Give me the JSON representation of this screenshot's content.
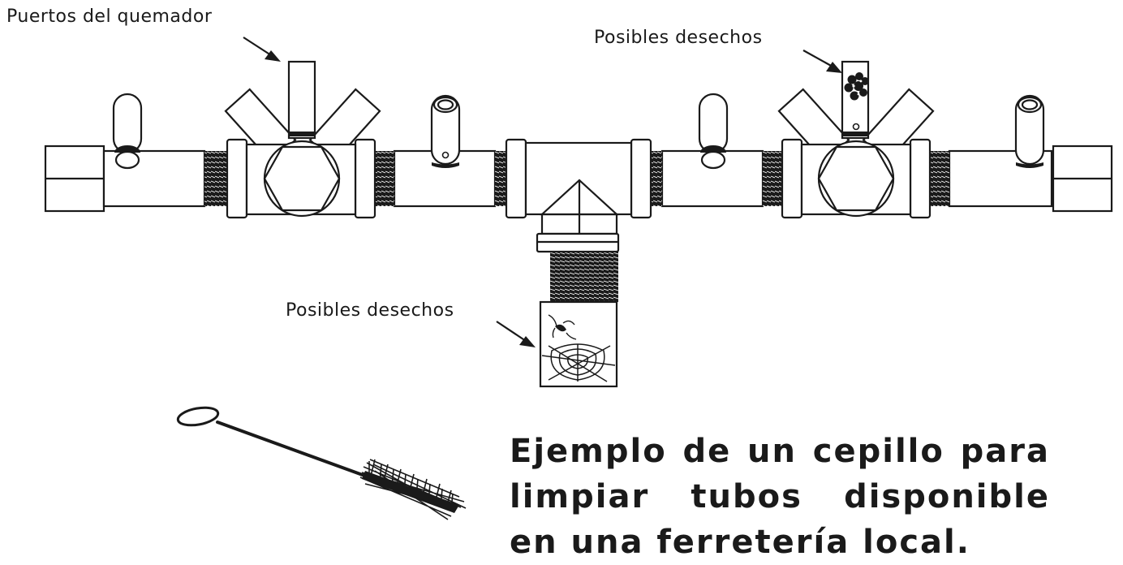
{
  "labels": {
    "burner_ports": "Puertos del quemador",
    "possible_debris_top": "Posibles desechos",
    "possible_debris_bottom": "Posibles desechos"
  },
  "caption": "Ejemplo de un cepillo para limpiar tubos disponible en una ferretería local.",
  "colors": {
    "ink": "#1a1a1a",
    "background": "#ffffff"
  }
}
